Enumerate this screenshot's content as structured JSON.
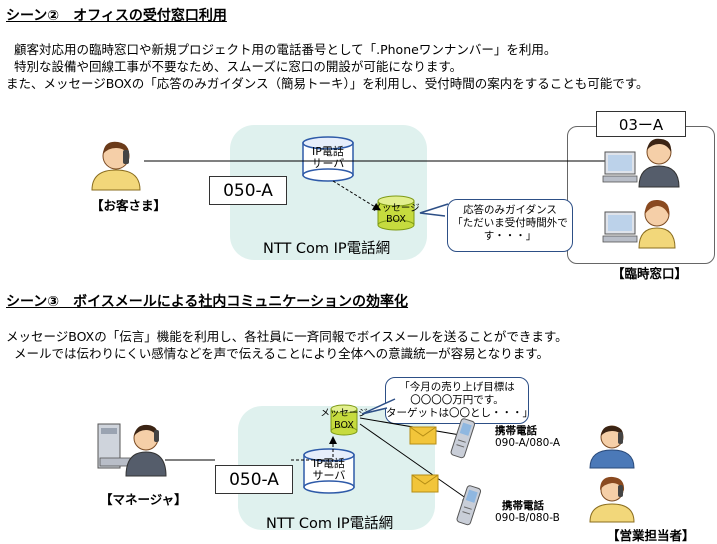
{
  "scene2": {
    "heading": "シーン②　オフィスの受付窓口利用",
    "lines": [
      "顧客対応用の臨時窓口や新規プロジェクト用の電話番号として「.Phoneワンナンバー」を利用。",
      "特別な設備や回線工事が不要なため、スムーズに窓口の開設が可能になります。",
      "また、メッセージBOXの「応答のみガイダンス（簡易トーキ）」を利用し、受付時間の案内をすることも可能です。"
    ],
    "network_label": "NTT Com IP電話網",
    "ip_server": "IP電話\nサーバ",
    "msg_box": "メッセージ\nBOX",
    "number": "050-A",
    "site_number": "03ーA",
    "customer_label": "【お客さま】",
    "site_label": "【臨時窓口】",
    "guidance": "応答のみガイダンス\n「ただいま受付時間外で\nす・・・」"
  },
  "scene3": {
    "heading": "シーン③　ボイスメールによる社内コミュニケーションの効率化",
    "lines": [
      "メッセージBOXの「伝言」機能を利用し、各社員に一斉同報でボイスメールを送ることができます。",
      "メールでは伝わりにくい感情などを声で伝えることにより全体への意識統一が容易となります。"
    ],
    "network_label": "NTT Com IP電話網",
    "ip_server": "IP電話\nサーバ",
    "msg_box": "メッセージ\nBOX",
    "number": "050-A",
    "manager_label": "【マネージャ】",
    "sales_label": "【営業担当者】",
    "voicemail": "「今月の売り上げ目標は\n〇〇〇〇万円です。\nターゲットは〇〇とし・・・」",
    "mobile1_title": "携帯電話",
    "mobile1_number": "090-A/080-A",
    "mobile2_title": "携帯電話",
    "mobile2_number": "090-B/080-B"
  },
  "colors": {
    "cloud": "#dff1ee",
    "bubble_border": "#2d4f86",
    "server_blue": "#2e5aa8",
    "msgbox_green": "#c6db3e",
    "envelope": "#f2c53a",
    "shirt": "#f2d77a"
  },
  "icons": [
    "person-on-phone-icon",
    "office-worker-pc-icon",
    "server-cylinder-icon",
    "msgbox-cylinder-icon",
    "envelope-icon",
    "mobile-phone-icon",
    "manager-pc-icon"
  ]
}
